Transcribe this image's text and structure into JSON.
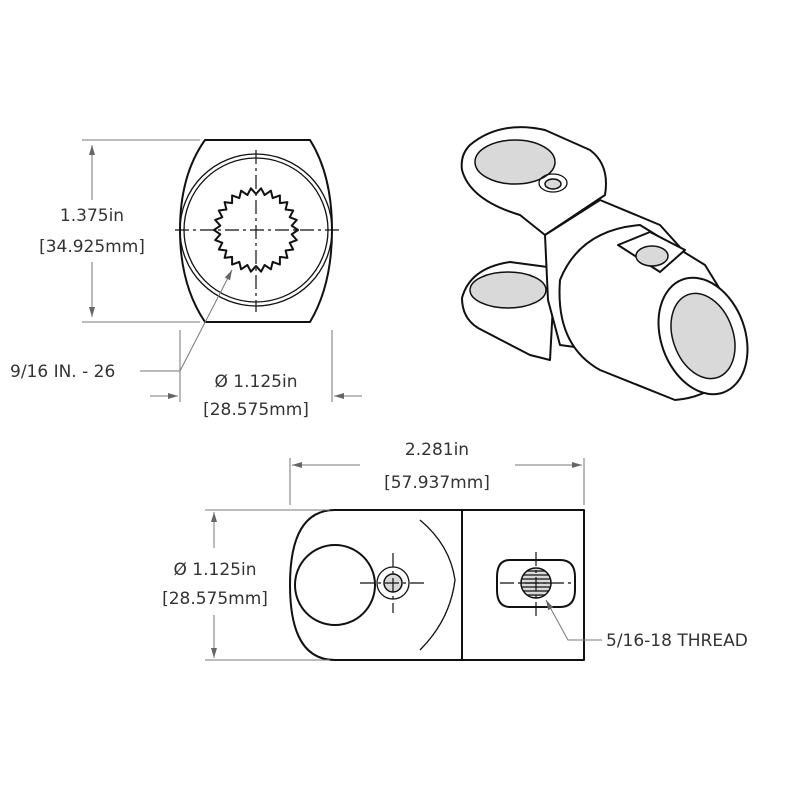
{
  "front_view": {
    "height_in": "1.375in",
    "height_mm": "[34.925mm]",
    "spline_callout": "9/16 IN. - 26",
    "diameter_in": "Ø 1.125in",
    "diameter_mm": "[28.575mm]"
  },
  "top_view": {
    "length_in": "2.281in",
    "length_mm": "[57.937mm]",
    "diameter_in": "Ø 1.125in",
    "diameter_mm": "[28.575mm]",
    "thread_callout": "5/16-18 THREAD"
  },
  "colors": {
    "outline": "#111111",
    "dimension": "#777777",
    "text": "#333333"
  }
}
